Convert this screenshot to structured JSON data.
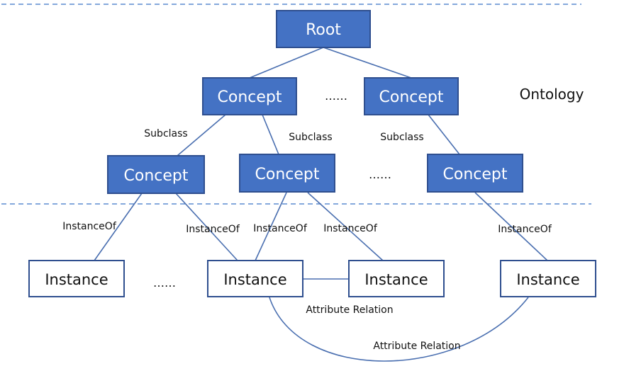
{
  "colors": {
    "concept_fill": "#4472C4",
    "concept_stroke": "#2F4F8F",
    "instance_stroke": "#2F4F8F",
    "line": "#4A6FB0",
    "dash": "#5B8BD0"
  },
  "ontology_label": "Ontology",
  "root": {
    "label": "Root"
  },
  "concepts_level1": [
    {
      "label": "Concept"
    },
    {
      "label": "Concept"
    }
  ],
  "concepts_level2": [
    {
      "label": "Concept"
    },
    {
      "label": "Concept"
    },
    {
      "label": "Concept"
    }
  ],
  "instances": [
    {
      "label": "Instance"
    },
    {
      "label": "Instance"
    },
    {
      "label": "Instance"
    },
    {
      "label": "Instance"
    }
  ],
  "ellipses": [
    "……",
    "……",
    "……"
  ],
  "edge_labels": {
    "subclass_1": "Subclass",
    "subclass_2": "Subclass",
    "subclass_3": "Subclass",
    "instanceof_1": "InstanceOf",
    "instanceof_2": "InstanceOf",
    "instanceof_3": "InstanceOf",
    "instanceof_4": "InstanceOf",
    "instanceof_5": "InstanceOf",
    "attribute_relation_1": "Attribute Relation",
    "attribute_relation_2": "Attribute Relation"
  }
}
